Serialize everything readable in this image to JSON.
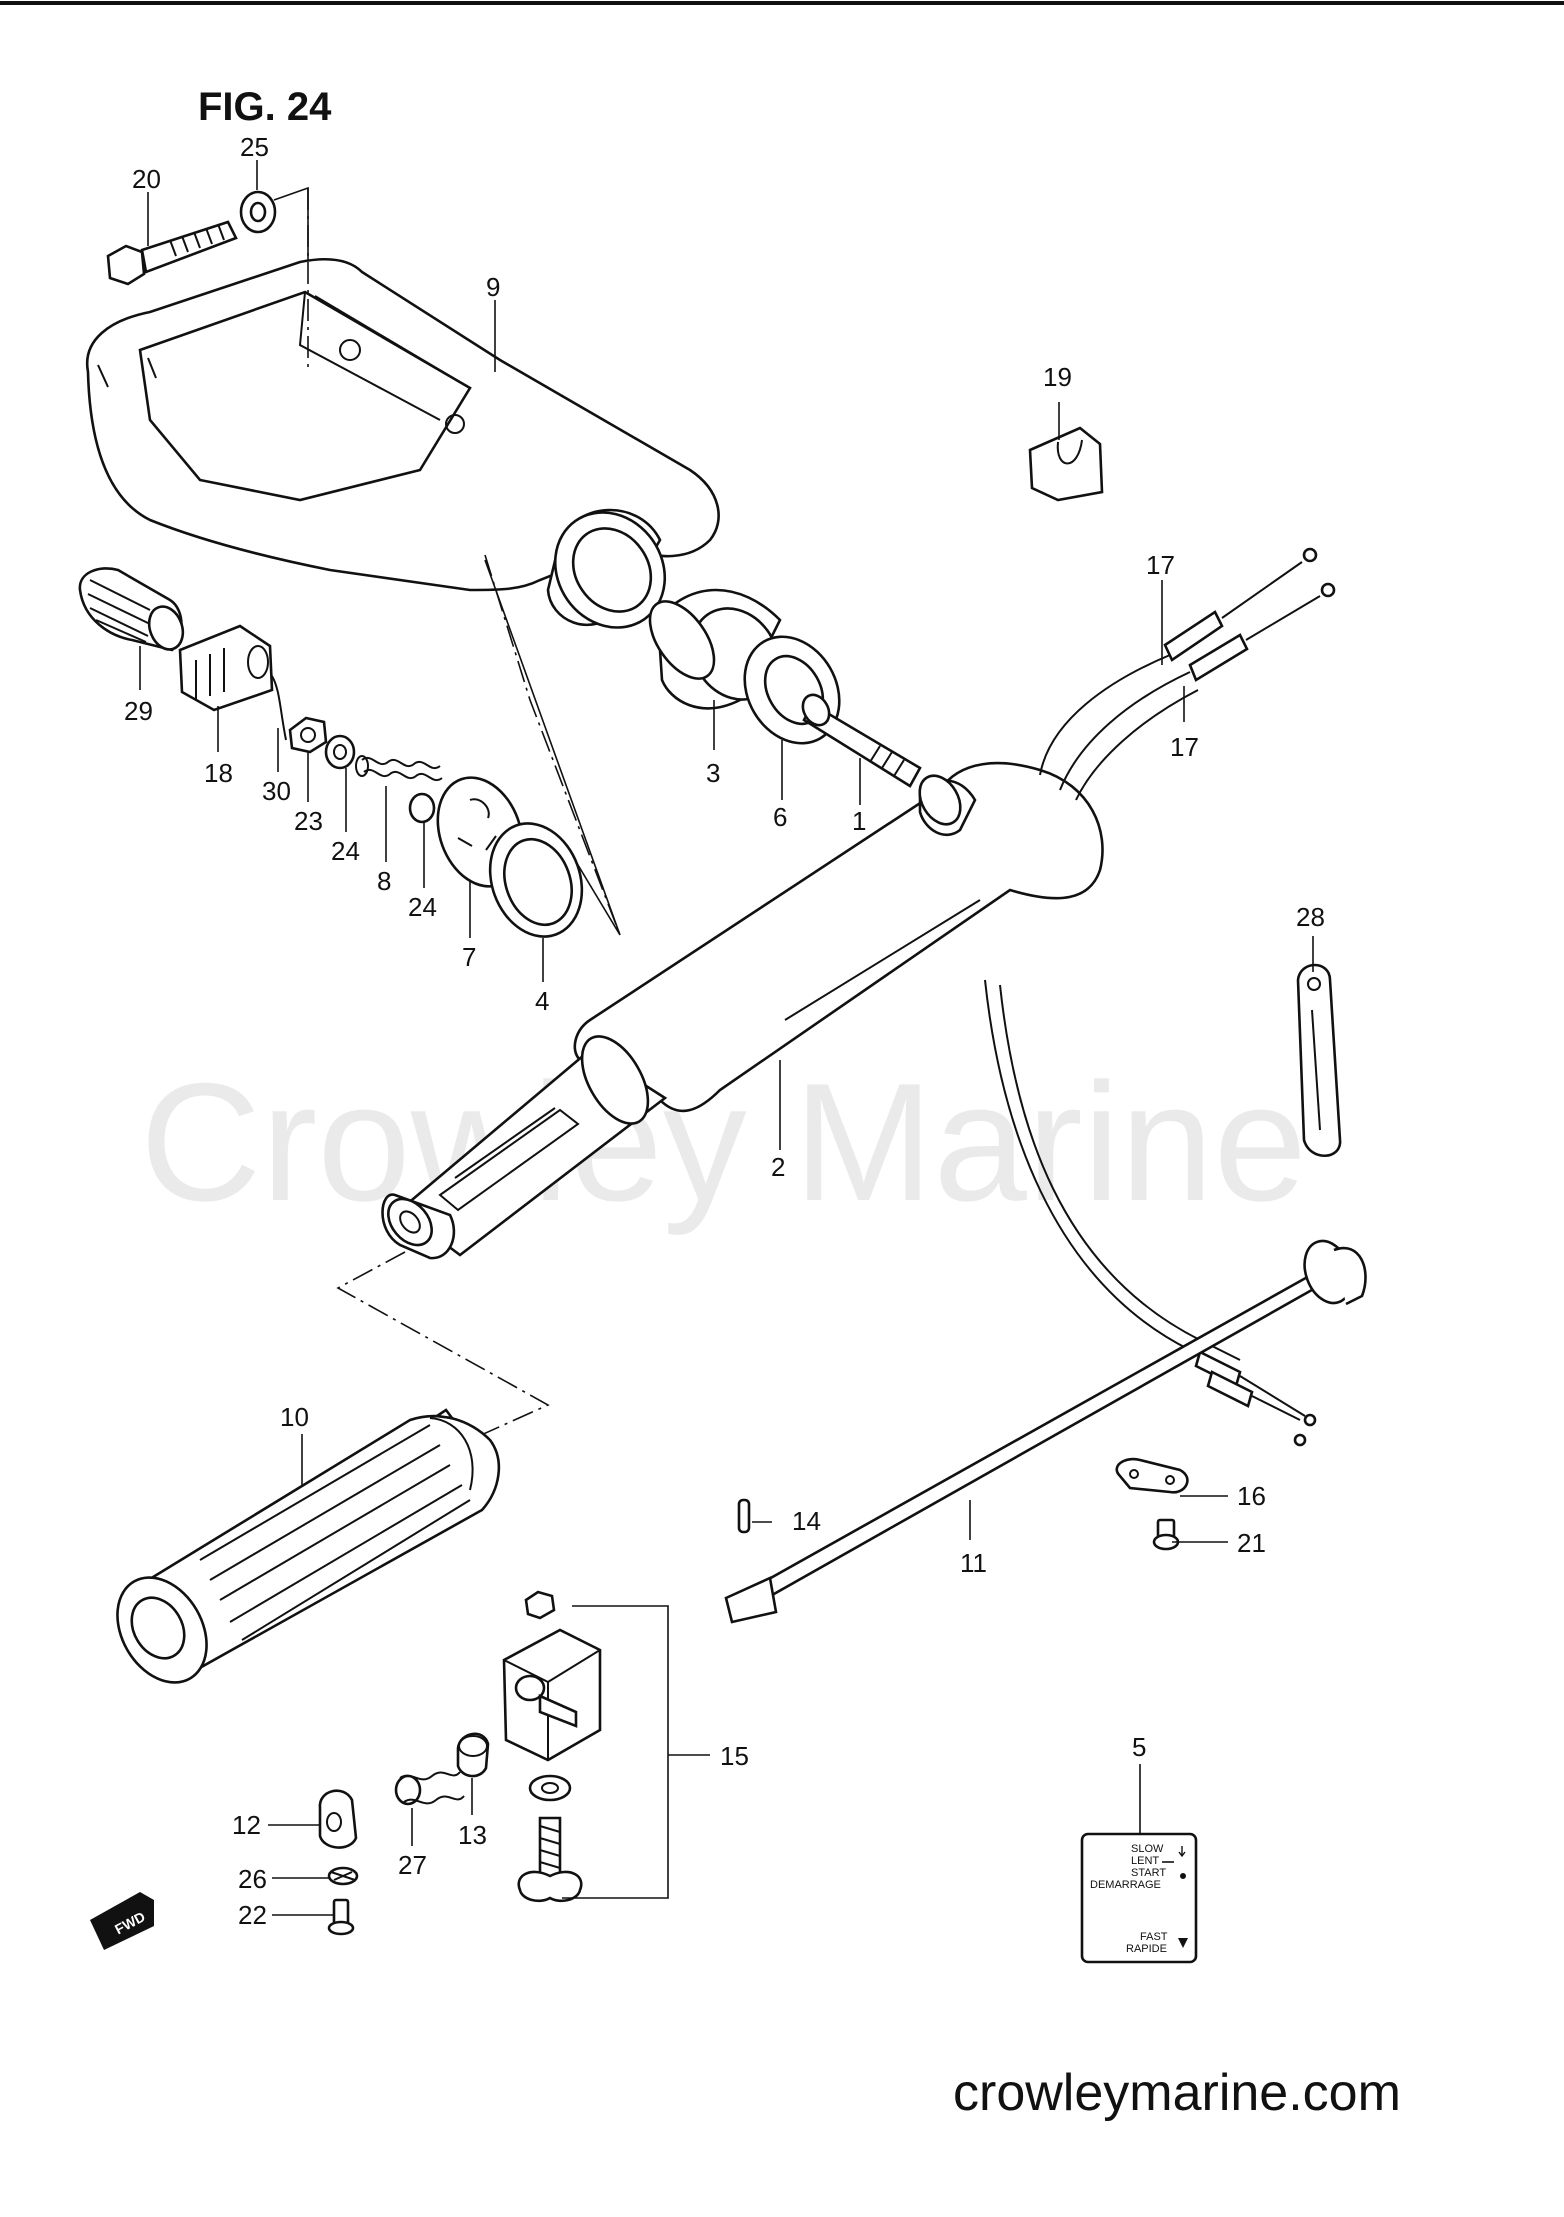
{
  "figure": {
    "title": "FIG. 24"
  },
  "watermark": {
    "text": "Crowley Marine"
  },
  "footer": {
    "url": "crowleymarine.com"
  },
  "direction_badge": {
    "text": "FWD"
  },
  "decal": {
    "line1": "SLOW",
    "line2": "LENT",
    "line3": "START",
    "line4": "DEMARRAGE",
    "line5": "FAST",
    "line6": "RAPIDE"
  },
  "callouts": {
    "n1": "1",
    "n2": "2",
    "n3": "3",
    "n4": "4",
    "n5": "5",
    "n6": "6",
    "n7": "7",
    "n8": "8",
    "n9": "9",
    "n10": "10",
    "n11": "11",
    "n12": "12",
    "n13": "13",
    "n14": "14",
    "n15": "15",
    "n16": "16",
    "n17a": "17",
    "n17b": "17",
    "n18": "18",
    "n19": "19",
    "n20": "20",
    "n21": "21",
    "n22": "22",
    "n23": "23",
    "n24a": "24",
    "n24b": "24",
    "n25": "25",
    "n26": "26",
    "n27": "27",
    "n28": "28",
    "n29": "29",
    "n30": "30"
  }
}
